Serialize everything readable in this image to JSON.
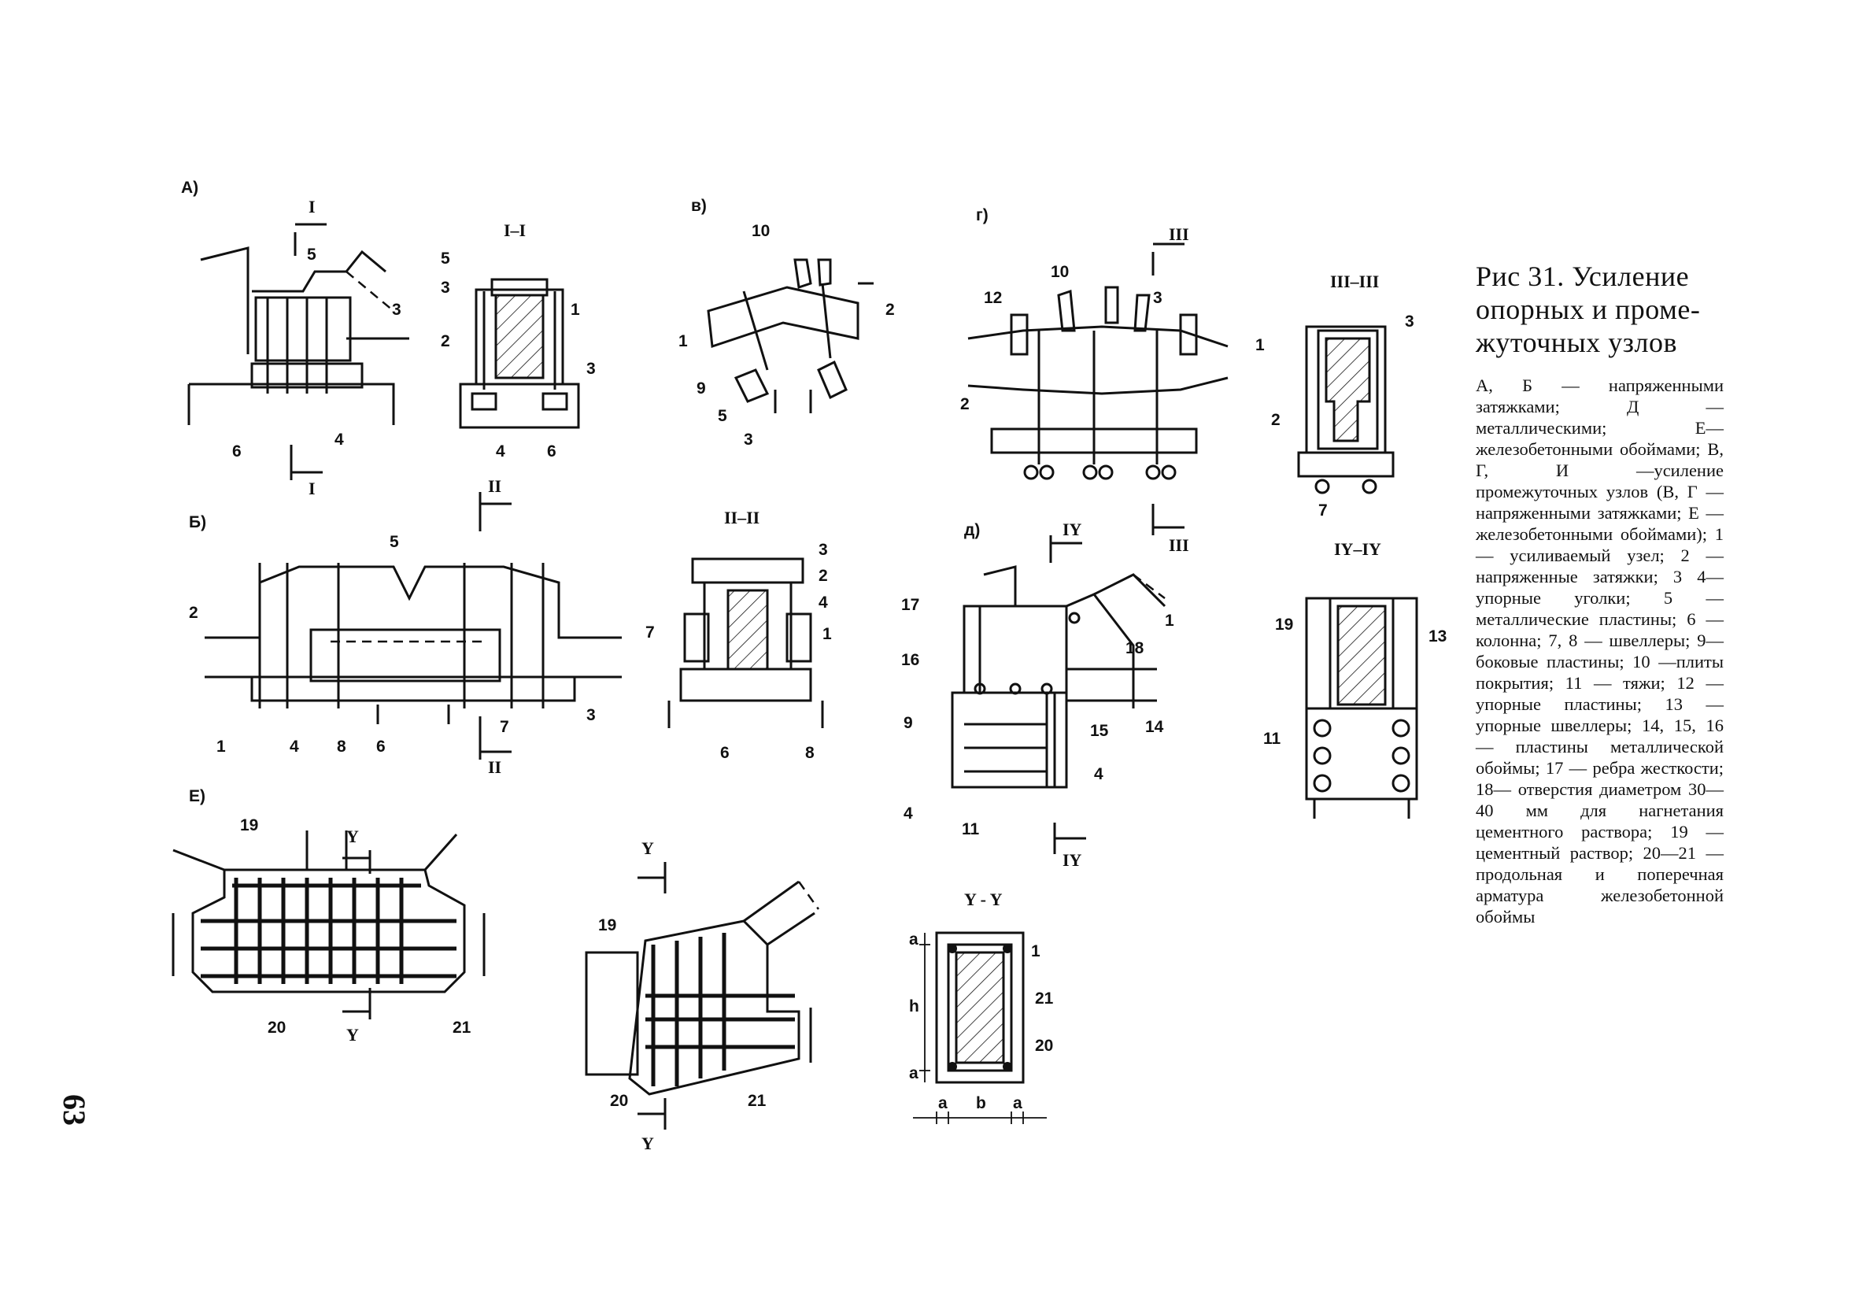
{
  "page": {
    "number": "63"
  },
  "caption": {
    "title": "Рис 31. Усиление опорных и проме-жуточных узлов",
    "legend": "А, Б — напряженными затяжками; Д —металлическими; Е—железобетонными обоймами; В, Г, И —усиление промежуточных узлов (В, Г — напряженными затяжками; Е — железобетонными обоймами); 1 — усиливаемый узел; 2 — напряженные затяжки; 3 4— упорные уголки; 5 — металлические пластины; 6 — колонна; 7, 8 — швеллеры; 9— боковые пластины; 10 —плиты покрытия; 11 — тяжи; 12 — упорные пластины; 13 — упорные швеллеры; 14, 15, 16 — пластины металлической обоймы; 17 — ребра жесткости; 18— отверстия диаметром 30—40 мм для нагнетания цементного раствора; 19 — цементный раствор; 20—21 — продольная и поперечная арматура железобетонной обоймы"
  },
  "views": {
    "A": "А)",
    "B": "Б)",
    "V": "в)",
    "G": "г)",
    "D": "д)",
    "E": "Е)"
  },
  "sections": {
    "s1": "I–I",
    "s2": "II–II",
    "s3": "III–III",
    "s4": "IY–IY",
    "s5": "Y - Y",
    "m1": "I",
    "m2": "II",
    "m3": "III",
    "m4": "IY",
    "m5": "Y"
  },
  "labels": {
    "n1": "1",
    "n2": "2",
    "n3": "3",
    "n4": "4",
    "n5": "5",
    "n6": "6",
    "n7": "7",
    "n8": "8",
    "n9": "9",
    "n10": "10",
    "n11": "11",
    "n12": "12",
    "n13": "13",
    "n14": "14",
    "n15": "15",
    "n16": "16",
    "n17": "17",
    "n18": "18",
    "n19": "19",
    "n20": "20",
    "n21": "21",
    "a": "a",
    "b": "b",
    "h": "h"
  }
}
